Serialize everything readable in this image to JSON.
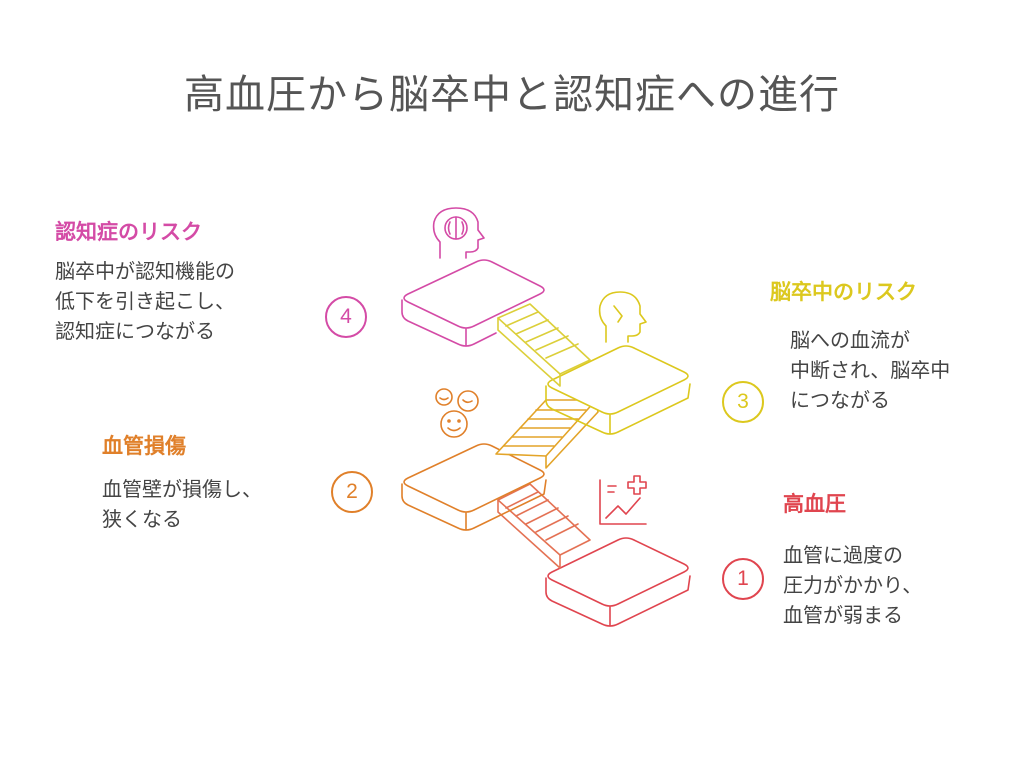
{
  "title": "高血圧から脳卒中と認知症への進行",
  "steps": [
    {
      "number": "1",
      "title": "高血圧",
      "description": "血管に過度の\n圧力がかかり、\n血管が弱まる",
      "color": "#e0454f"
    },
    {
      "number": "2",
      "title": "血管損傷",
      "description": "血管壁が損傷し、\n狭くなる",
      "color": "#e0802a"
    },
    {
      "number": "3",
      "title": "脳卒中のリスク",
      "description": "脳への血流が\n中断され、脳卒中\nにつながる",
      "color": "#dcc81e"
    },
    {
      "number": "4",
      "title": "認知症のリスク",
      "description": "脳卒中が認知機能の\n低下を引き起こし、\n認知症につながる",
      "color": "#d44ba6"
    }
  ],
  "icons": [
    "heart-monitor-icon",
    "face-emotions-icon",
    "head-icon",
    "brain-head-icon"
  ]
}
